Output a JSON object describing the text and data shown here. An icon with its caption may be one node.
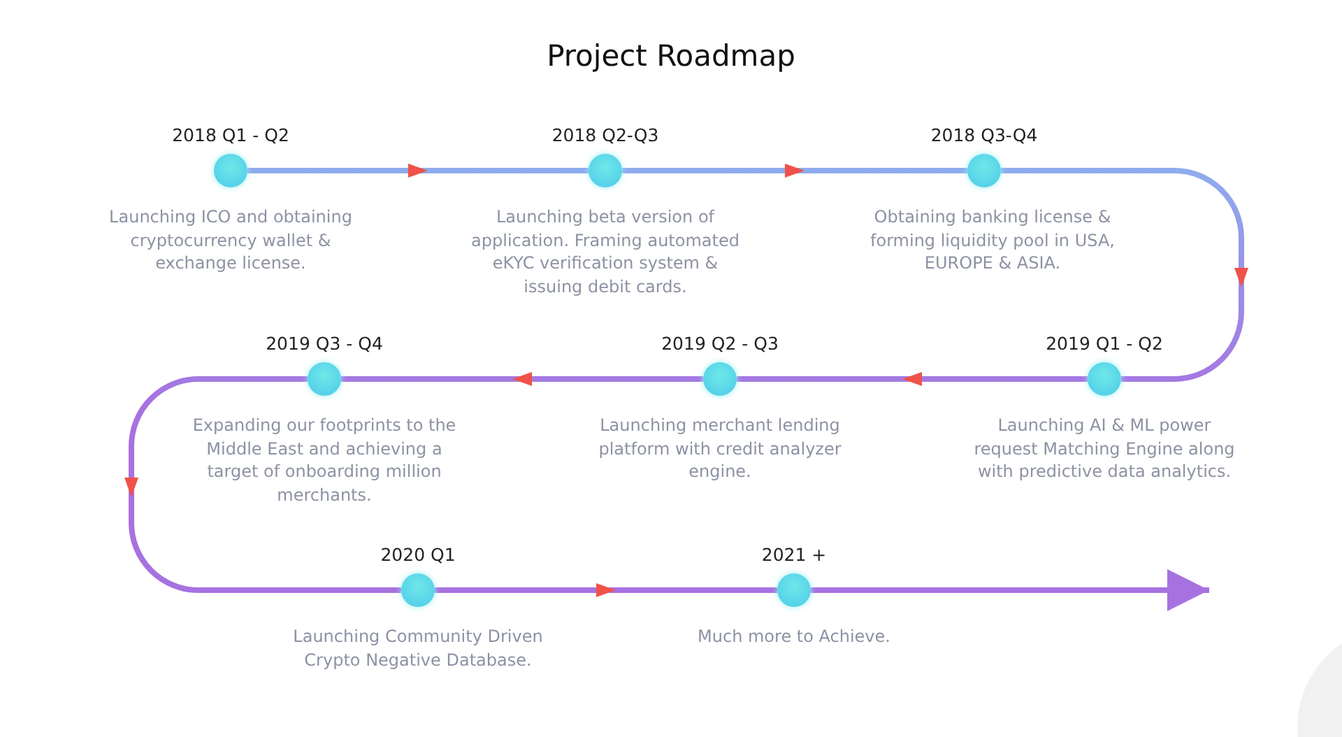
{
  "diagram": {
    "title": "Project Roadmap",
    "nodes": [
      {
        "text": [],
        "shape": "circle",
        "beside": [
          "2018 Q1 - Q2",
          "Launching ICO and obtaining cryptocurrency wallet & exchange license."
        ]
      },
      {
        "text": [],
        "shape": "circle",
        "beside": [
          "2018 Q2-Q3",
          "Launching beta version of application. Framing automated eKYC verification system & issuing debit cards."
        ]
      },
      {
        "text": [],
        "shape": "circle",
        "beside": [
          "2018 Q3-Q4",
          "Obtaining banking license & forming liquidity pool in USA, EUROPE & ASIA."
        ]
      },
      {
        "text": [],
        "shape": "circle",
        "beside": [
          "2019 Q1 - Q2",
          "Launching AI & ML power request Matching Engine along with predictive data analytics."
        ]
      },
      {
        "text": [],
        "shape": "circle",
        "beside": [
          "2019 Q2 - Q3",
          "Launching merchant lending platform with credit analyzer engine."
        ]
      },
      {
        "text": [],
        "shape": "circle",
        "beside": [
          "2019 Q3 - Q4",
          "Expanding our footprints to the Middle East and achieving a target of onboarding million merchants."
        ]
      },
      {
        "text": [],
        "shape": "circle",
        "beside": [
          "2020 Q1",
          "Launching Community Driven Crypto Negative Database."
        ]
      },
      {
        "text": [],
        "shape": "circle",
        "beside": [
          "2021 +",
          "Much more to Achieve."
        ]
      }
    ],
    "edges": [
      {
        "from": 0,
        "to": 1,
        "arrow": "to"
      },
      {
        "from": 1,
        "to": 2,
        "arrow": "to"
      },
      {
        "from": 2,
        "to": 3,
        "arrow": "to"
      },
      {
        "from": 3,
        "to": 4,
        "arrow": "to"
      },
      {
        "from": 4,
        "to": 5,
        "arrow": "to"
      },
      {
        "from": 5,
        "to": 6,
        "arrow": "to"
      },
      {
        "from": 6,
        "to": 7,
        "arrow": "to"
      },
      {
        "from": 7,
        "to": null,
        "arrow": "to"
      }
    ]
  }
}
